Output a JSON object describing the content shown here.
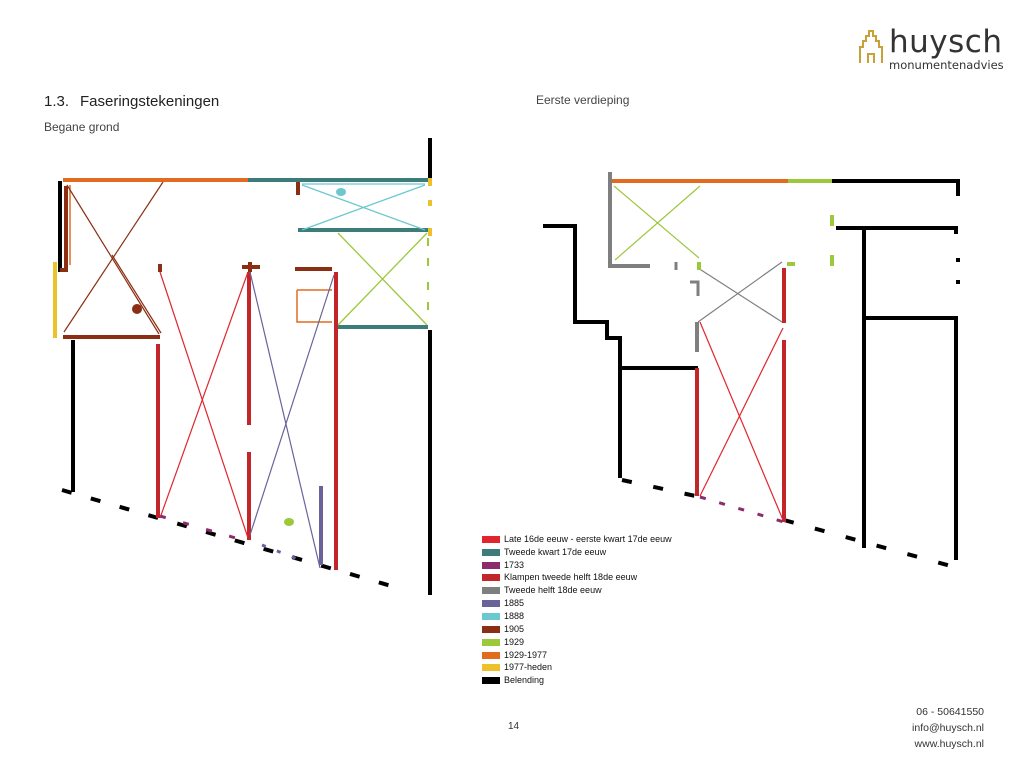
{
  "brand": {
    "name": "huysch",
    "tagline": "monumentenadvies",
    "gold": "#C9A13B"
  },
  "section": {
    "number": "1.3.",
    "title": "Faseringstekeningen"
  },
  "subtitles": {
    "ground_floor": "Begane grond",
    "first_floor": "Eerste verdieping"
  },
  "legend": [
    {
      "label": "Late 16de eeuw - eerste kwart 17de eeuw",
      "color": "#E0262C"
    },
    {
      "label": "Tweede kwart 17de eeuw",
      "color": "#3C7D7B"
    },
    {
      "label": "1733",
      "color": "#8B2C6B"
    },
    {
      "label": "Klampen tweede helft 18de eeuw",
      "color": "#C2262A"
    },
    {
      "label": "Tweede helft 18de eeuw",
      "color": "#7F7F7F"
    },
    {
      "label": "1885",
      "color": "#6A6399"
    },
    {
      "label": "1888",
      "color": "#6CC8CF"
    },
    {
      "label": "1905",
      "color": "#8B2E13"
    },
    {
      "label": "1929",
      "color": "#9CC83C"
    },
    {
      "label": "1929-1977",
      "color": "#E26B1F"
    },
    {
      "label": "1977-heden",
      "color": "#EDC12B"
    },
    {
      "label": "Belending",
      "color": "#000000"
    }
  ],
  "page_number": "14",
  "contact": {
    "phone": "06 - 50641550",
    "email": "info@huysch.nl",
    "website": "www.huysch.nl"
  }
}
